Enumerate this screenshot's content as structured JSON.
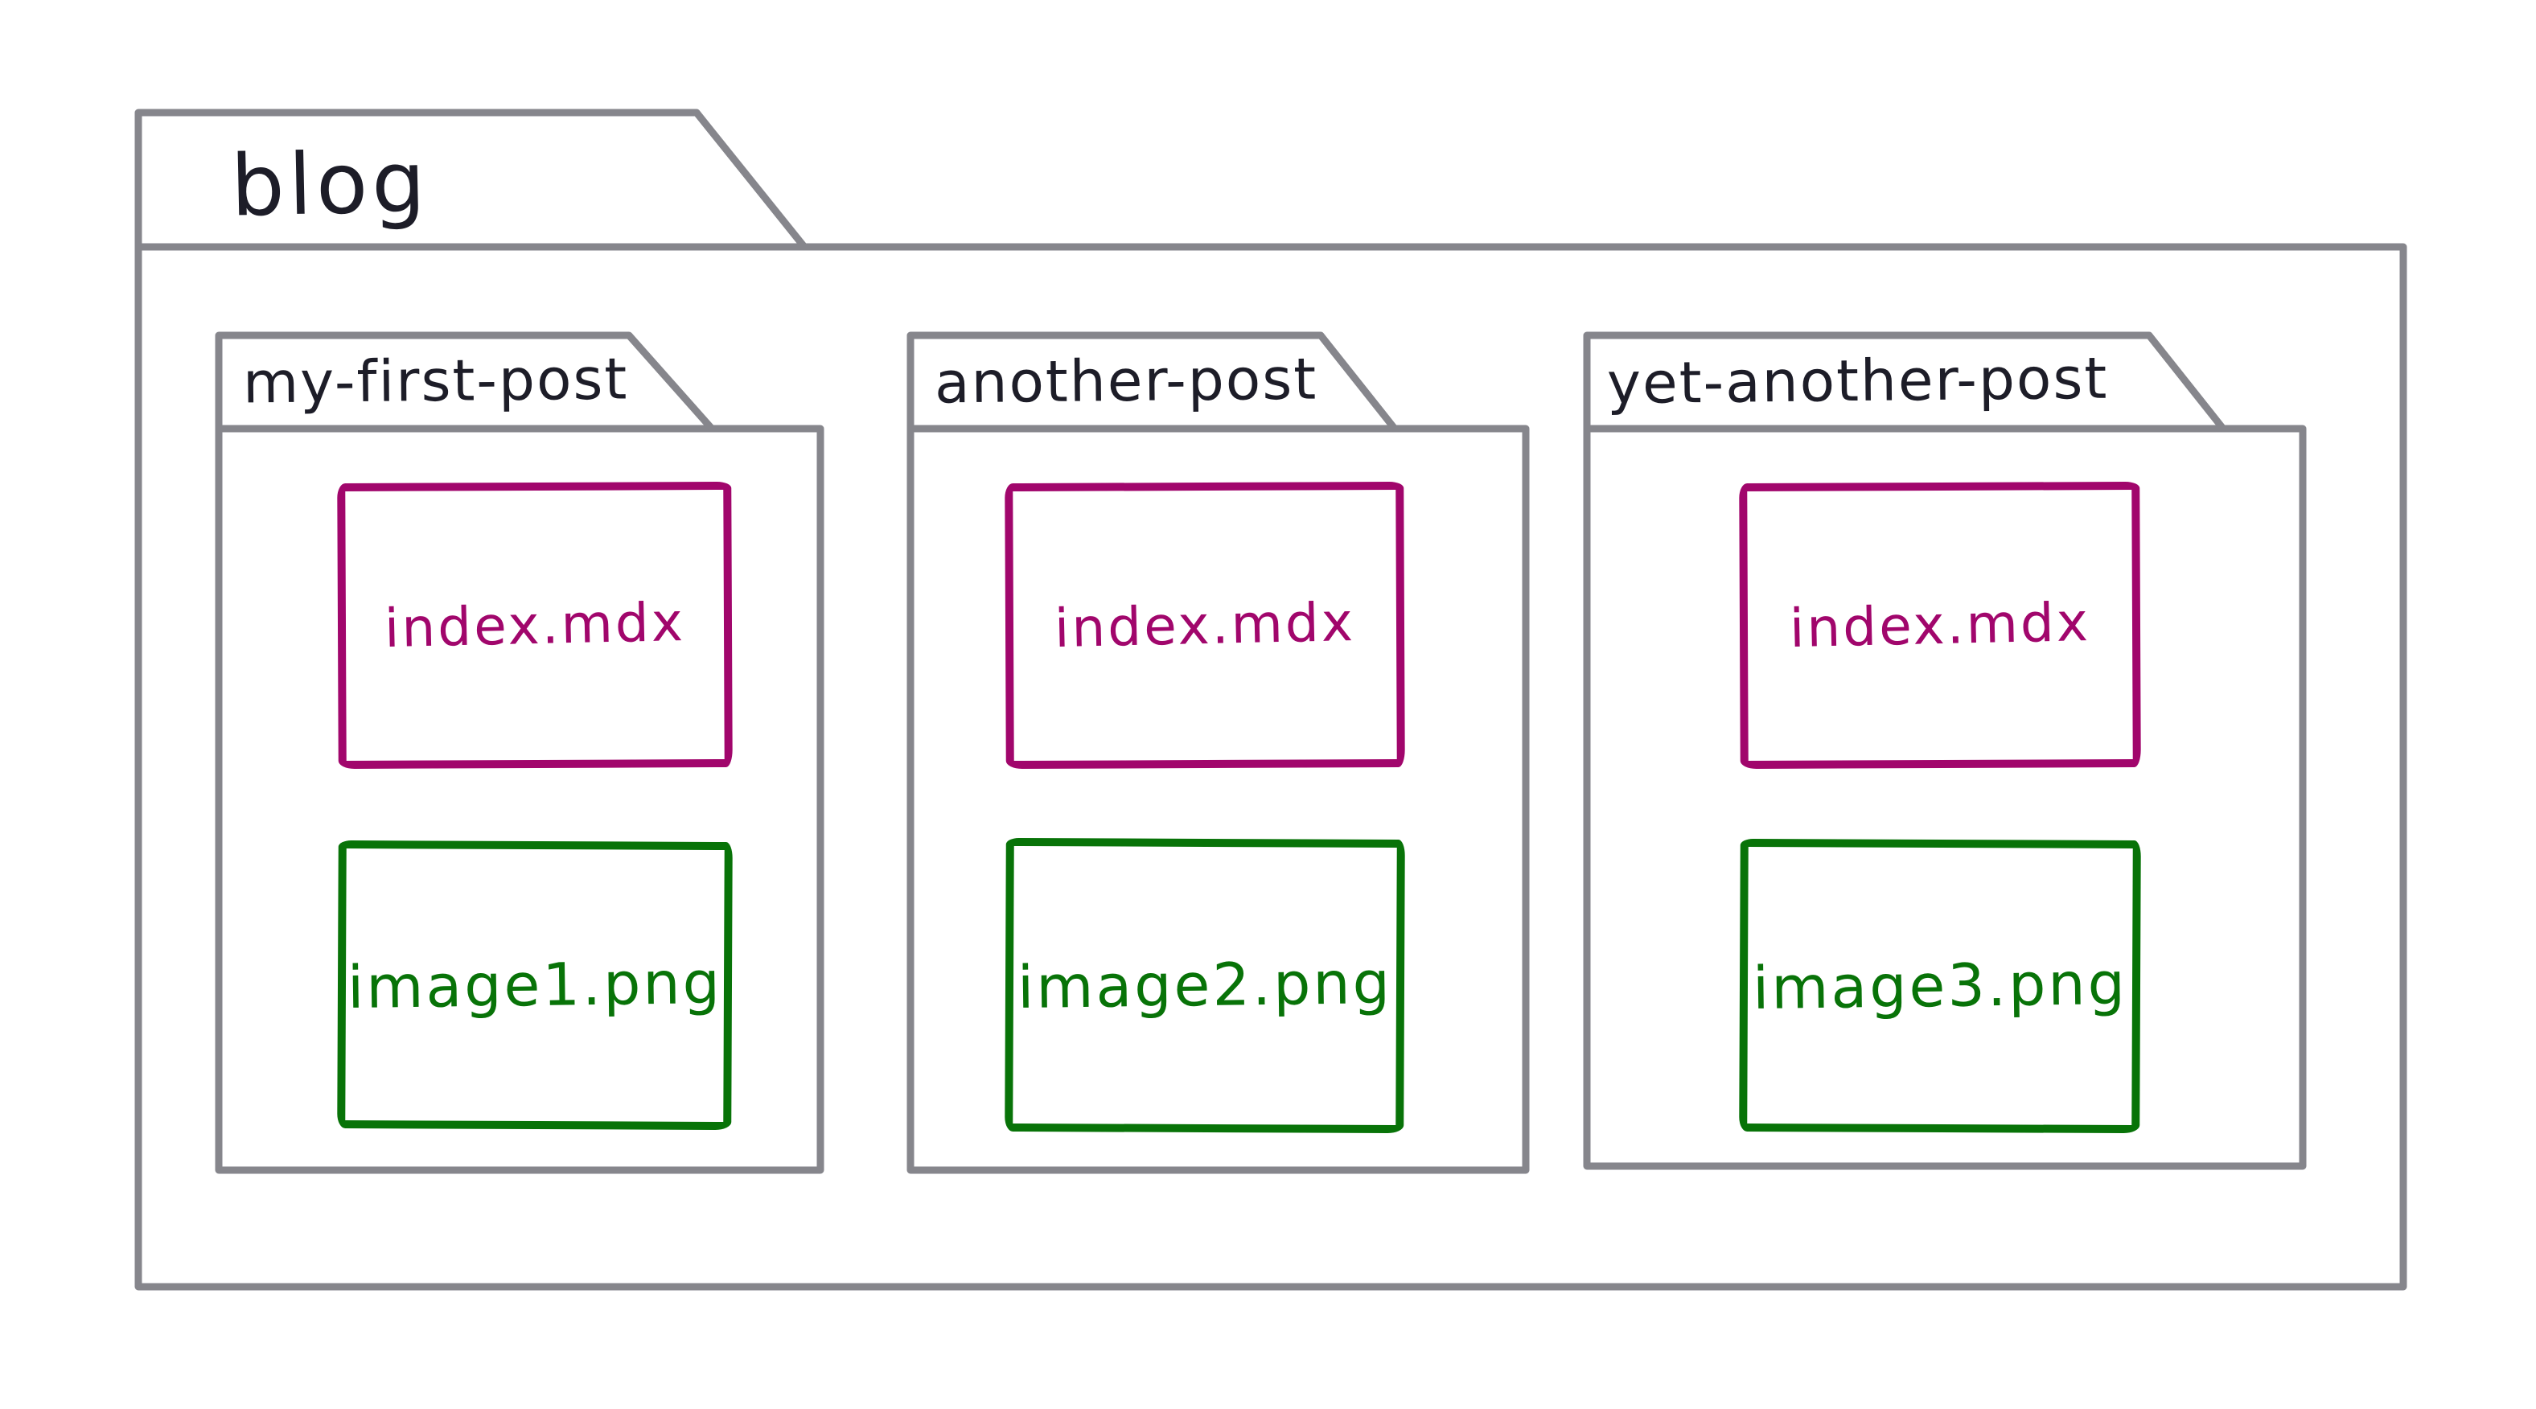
{
  "diagram": {
    "root_folder": {
      "name": "blog"
    },
    "folders": [
      {
        "name": "my-first-post",
        "files": [
          {
            "name": "index.mdx",
            "type": "mdx"
          },
          {
            "name": "image1.png",
            "type": "png"
          }
        ]
      },
      {
        "name": "another-post",
        "files": [
          {
            "name": "index.mdx",
            "type": "mdx"
          },
          {
            "name": "image2.png",
            "type": "png"
          }
        ]
      },
      {
        "name": "yet-another-post",
        "files": [
          {
            "name": "index.mdx",
            "type": "mdx"
          },
          {
            "name": "image3.png",
            "type": "png"
          }
        ]
      }
    ],
    "colors": {
      "outline_gray": "#86868c",
      "label_ink": "#1d1d28",
      "mdx_accent": "#a1066c",
      "png_accent": "#087308",
      "background": "#ffffff"
    }
  }
}
